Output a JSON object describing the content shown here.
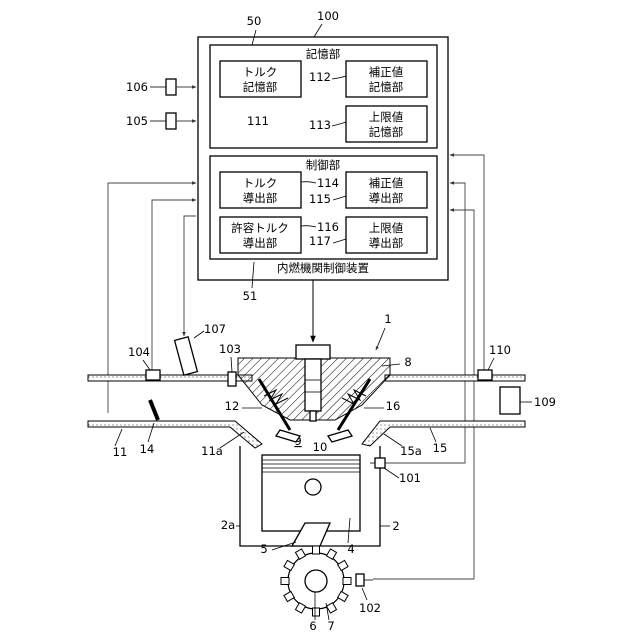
{
  "ecu": {
    "ref": "100",
    "caption": "内燃機関制御装置",
    "storage": {
      "ref": "50",
      "title": "記憶部",
      "torque_storage": {
        "line1": "トルク",
        "line2": "記憶部",
        "ref": "111"
      },
      "correction_storage": {
        "line1": "補正値",
        "line2": "記憶部",
        "ref": "112"
      },
      "upper_limit_storage": {
        "line1": "上限値",
        "line2": "記憶部",
        "ref": "113"
      }
    },
    "control": {
      "ref": "51",
      "title": "制御部",
      "torque_derivation": {
        "line1": "トルク",
        "line2": "導出部",
        "ref": "114"
      },
      "correction_derivation": {
        "line1": "補正値",
        "line2": "導出部",
        "ref": "115"
      },
      "allowable_torque_derivation": {
        "line1": "許容トルク",
        "line2": "導出部",
        "ref": "116"
      },
      "upper_limit_derivation": {
        "line1": "上限値",
        "line2": "導出部",
        "ref": "117"
      }
    }
  },
  "sensors": {
    "s105": "105",
    "s106": "106",
    "s107": "107",
    "s104": "104",
    "s103": "103",
    "s110": "110",
    "s109": "109",
    "s101": "101",
    "s102": "102",
    "s14": "14"
  },
  "engine": {
    "ref1": "1",
    "cylinder": "2",
    "cylinder_wall": "2a",
    "piston": "4",
    "conrod": "5",
    "crankshaft": "6",
    "crank_wheel": "7",
    "head": "8",
    "chamber": "9",
    "plug": "10",
    "intake_port": "11",
    "intake_opening": "11a",
    "intake_valve": "12",
    "exhaust_pipe": "15",
    "exhaust_opening": "15a",
    "exhaust_valve": "16"
  }
}
